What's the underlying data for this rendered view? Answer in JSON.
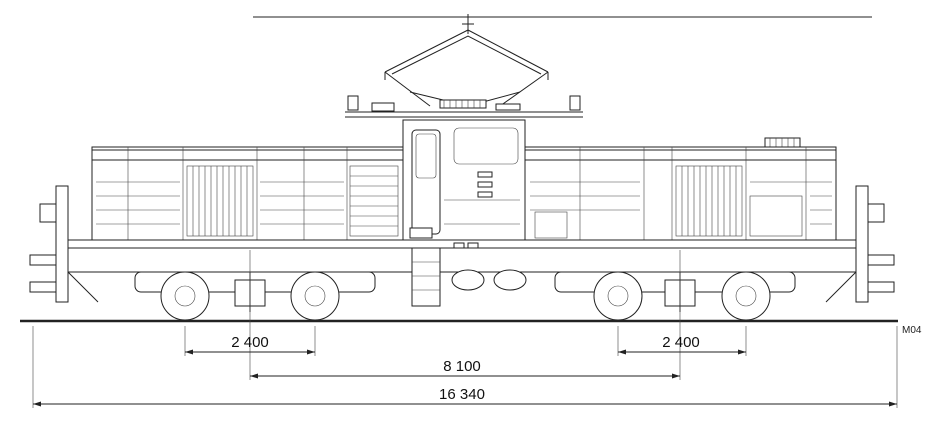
{
  "dimensions": {
    "bogie_wheelbase_left": "2 400",
    "bogie_centers": "8 100",
    "bogie_wheelbase_right": "2 400",
    "length_over_buffers": "16 340"
  },
  "signature": "M04"
}
